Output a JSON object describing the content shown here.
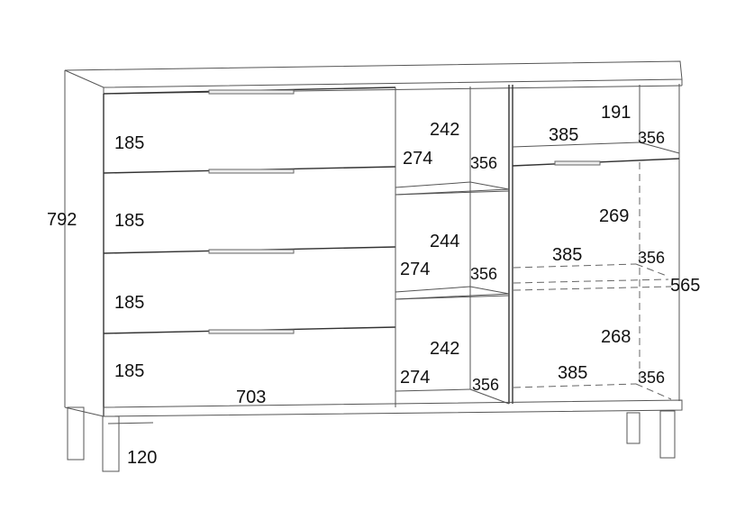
{
  "drawing": {
    "overall_height": "792",
    "overall_depth": "565",
    "drawer_width": "703",
    "leg_height": "120",
    "drawers": [
      "185",
      "185",
      "185",
      "185"
    ],
    "middle_column": {
      "shelves": [
        {
          "height": "242",
          "width": "274",
          "depth": "356"
        },
        {
          "height": "244",
          "width": "274",
          "depth": "356"
        },
        {
          "height": "242",
          "width": "274",
          "depth": "356"
        }
      ]
    },
    "right_column": {
      "compartments": [
        {
          "height": "191",
          "width": "385",
          "depth": "356"
        },
        {
          "height": "269",
          "width": "385",
          "depth": "356"
        },
        {
          "height": "268",
          "width": "385",
          "depth": "356"
        }
      ]
    }
  }
}
